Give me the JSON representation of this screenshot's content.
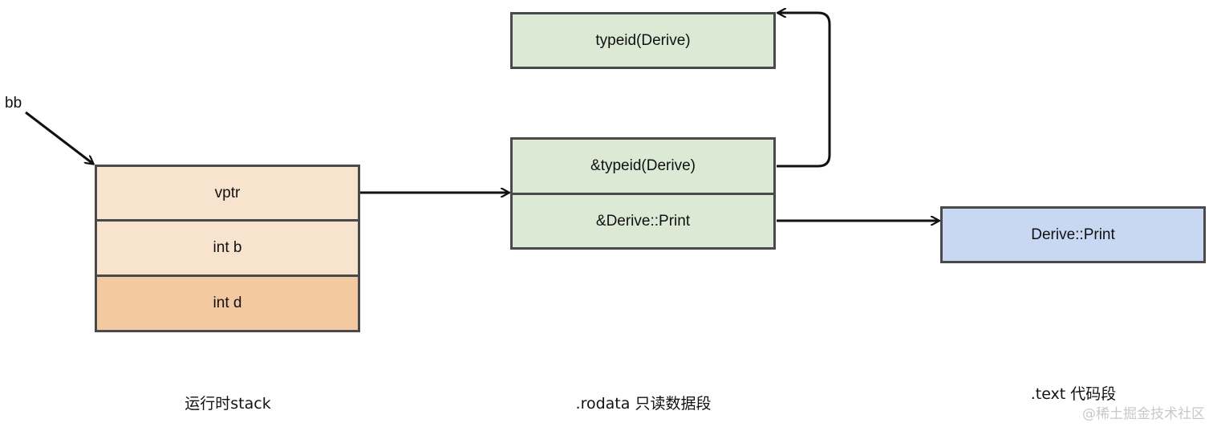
{
  "pointer_label": "bb",
  "stack": {
    "caption": "运行时stack",
    "cells": [
      "vptr",
      "int b",
      "int d"
    ]
  },
  "rodata": {
    "caption": ".rodata 只读数据段",
    "typeinfo": "typeid(Derive)",
    "vtable": [
      "&typeid(Derive)",
      "&Derive::Print"
    ]
  },
  "text": {
    "caption": ".text 代码段",
    "function": "Derive::Print"
  },
  "watermark": "@稀土掘金技术社区",
  "colors": {
    "stack_light": "#f8e3cf",
    "stack_dark": "#f2c9a0",
    "rodata": "#dbe9d5",
    "text_segment": "#c9d8f2",
    "border": "#4a4a4a"
  }
}
